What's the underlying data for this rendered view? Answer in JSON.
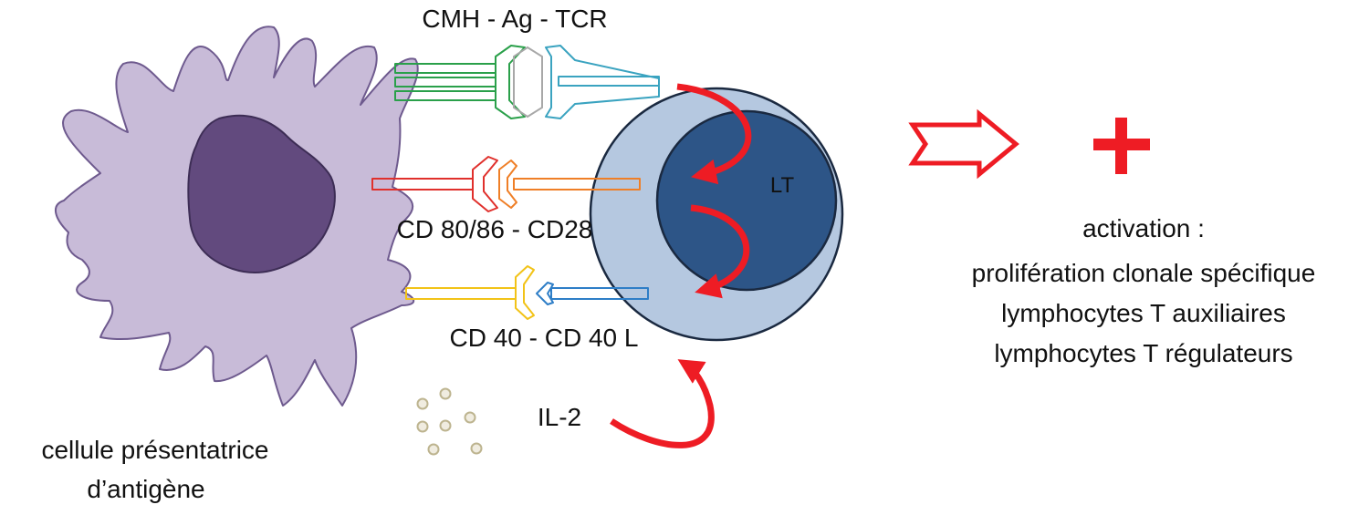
{
  "labels": {
    "receptor_top": "CMH - Ag - TCR",
    "receptor_mid": "CD 80/86 - CD28",
    "receptor_bottom": "CD 40 - CD 40 L",
    "cytokine": "IL-2",
    "t_cell": "LT",
    "apc_line1": "cellule présentatrice",
    "apc_line2": "d’antigène",
    "result_title": "activation :",
    "result_line1": "prolifération clonale spécifique",
    "result_line2": "lymphocytes T auxiliaires",
    "result_line3": "lymphocytes T régulateurs"
  },
  "colors": {
    "apc_body": "#c8bbd8",
    "apc_outline": "#6e5a8e",
    "apc_nucleus": "#624a7e",
    "tcell_outer": "#b5c8e0",
    "tcell_inner": "#2d5587",
    "tcell_outline": "#1a2940",
    "arrow_red": "#ee1c24",
    "mhc_green": "#2aa04a",
    "antigen_gray": "#a8a8a8",
    "tcr_teal": "#3aa3c0",
    "cd80_red": "#e0302c",
    "cd28_orange": "#ef7f27",
    "cd40_yellow": "#f2c318",
    "cd40l_blue": "#2e7ec7",
    "il2_dot": "#bdb48f",
    "il2_dot_fill": "#f0ece0"
  },
  "icons": {
    "result_arrow": "hollow-right-arrow-icon",
    "result_plus": "plus-icon"
  }
}
